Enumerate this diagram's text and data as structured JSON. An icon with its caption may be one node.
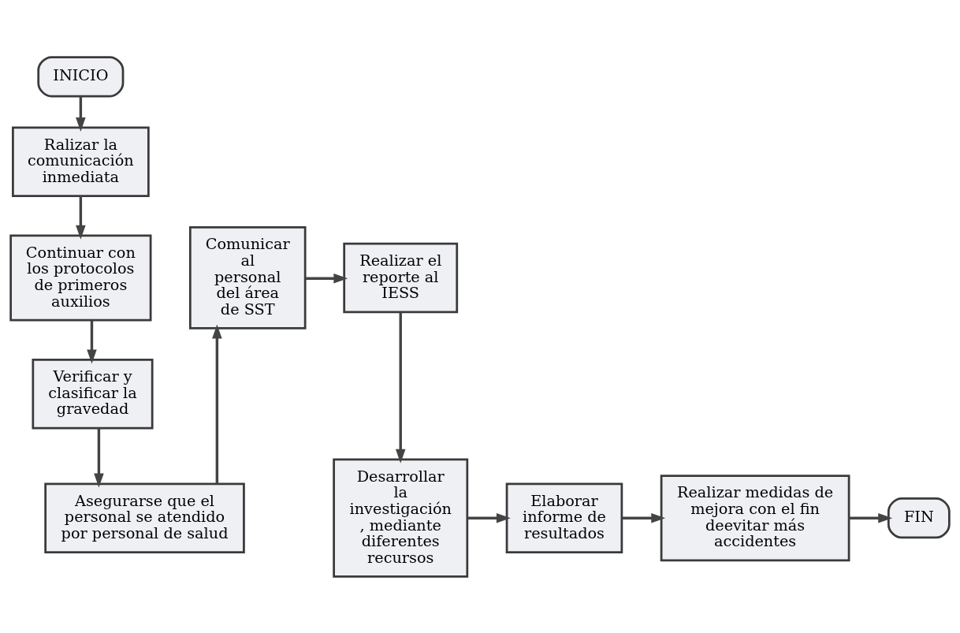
{
  "diagram": {
    "nodes": [
      {
        "text": [
          "INICIO"
        ]
      },
      {
        "text": [
          "Ralizar la comunicación inmediata"
        ]
      },
      {
        "text": [
          "Continuar con los protocolos de primeros auxilios"
        ]
      },
      {
        "text": [
          "Verificar y clasificar la gravedad"
        ]
      },
      {
        "text": [
          "Asegurarse que el personal se atendido por personal de salud"
        ]
      },
      {
        "text": [
          "Comunicar al personal del área de SST"
        ]
      },
      {
        "text": [
          "Realizar el reporte al IESS"
        ]
      },
      {
        "text": [
          "Desarrollar la investigación , mediante diferentes recursos"
        ]
      },
      {
        "text": [
          "Elaborar informe de resultados"
        ]
      },
      {
        "text": [
          "Realizar medidas de mejora con el fin deevitar más accidentes"
        ]
      },
      {
        "text": [
          "FIN"
        ]
      }
    ],
    "edges": [
      {
        "from": 0,
        "to": 1,
        "arrow": "to"
      },
      {
        "from": 1,
        "to": 2,
        "arrow": "to"
      },
      {
        "from": 2,
        "to": 3,
        "arrow": "to"
      },
      {
        "from": 3,
        "to": 4,
        "arrow": "to"
      },
      {
        "from": 4,
        "to": 5,
        "arrow": "to"
      },
      {
        "from": 5,
        "to": 6,
        "arrow": "to"
      },
      {
        "from": 6,
        "to": 7,
        "arrow": "to"
      },
      {
        "from": 7,
        "to": 8,
        "arrow": "to"
      },
      {
        "from": 8,
        "to": 9,
        "arrow": "to"
      },
      {
        "from": 9,
        "to": 10,
        "arrow": "to"
      }
    ]
  }
}
